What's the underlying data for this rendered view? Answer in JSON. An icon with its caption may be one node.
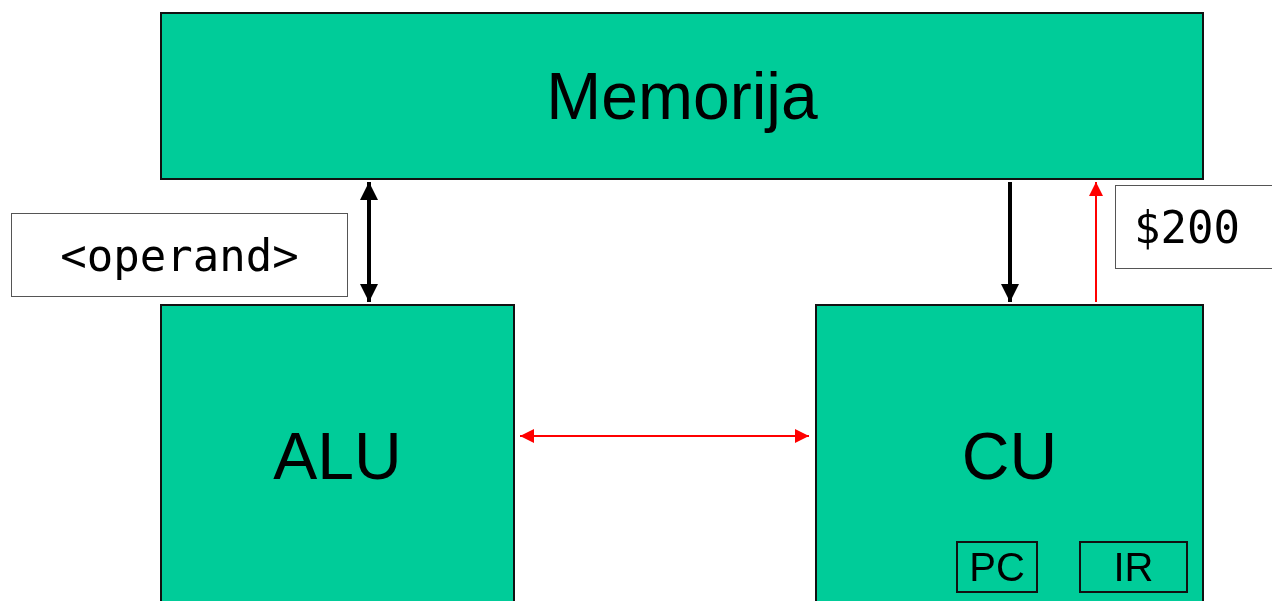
{
  "diagram": {
    "nodes": [
      {
        "text": [
          "Memorija"
        ]
      },
      {
        "text": [
          "<operand>"
        ]
      },
      {
        "text": [
          "ALU"
        ]
      },
      {
        "text": [
          "CU"
        ]
      },
      {
        "text": [
          "PC"
        ],
        "in": 3
      },
      {
        "text": [
          "IR"
        ],
        "in": 3
      },
      {
        "text": [
          "$200"
        ]
      }
    ],
    "edges": [
      {
        "from": 0,
        "to": 2,
        "arrow": "both",
        "style": "thick"
      },
      {
        "from": 0,
        "to": 3,
        "arrow": "to",
        "style": "thick"
      },
      {
        "from": 3,
        "to": 0,
        "arrow": "to",
        "color": "#ff0000"
      },
      {
        "from": 2,
        "to": 3,
        "arrow": "both",
        "color": "#ff0000"
      }
    ]
  }
}
